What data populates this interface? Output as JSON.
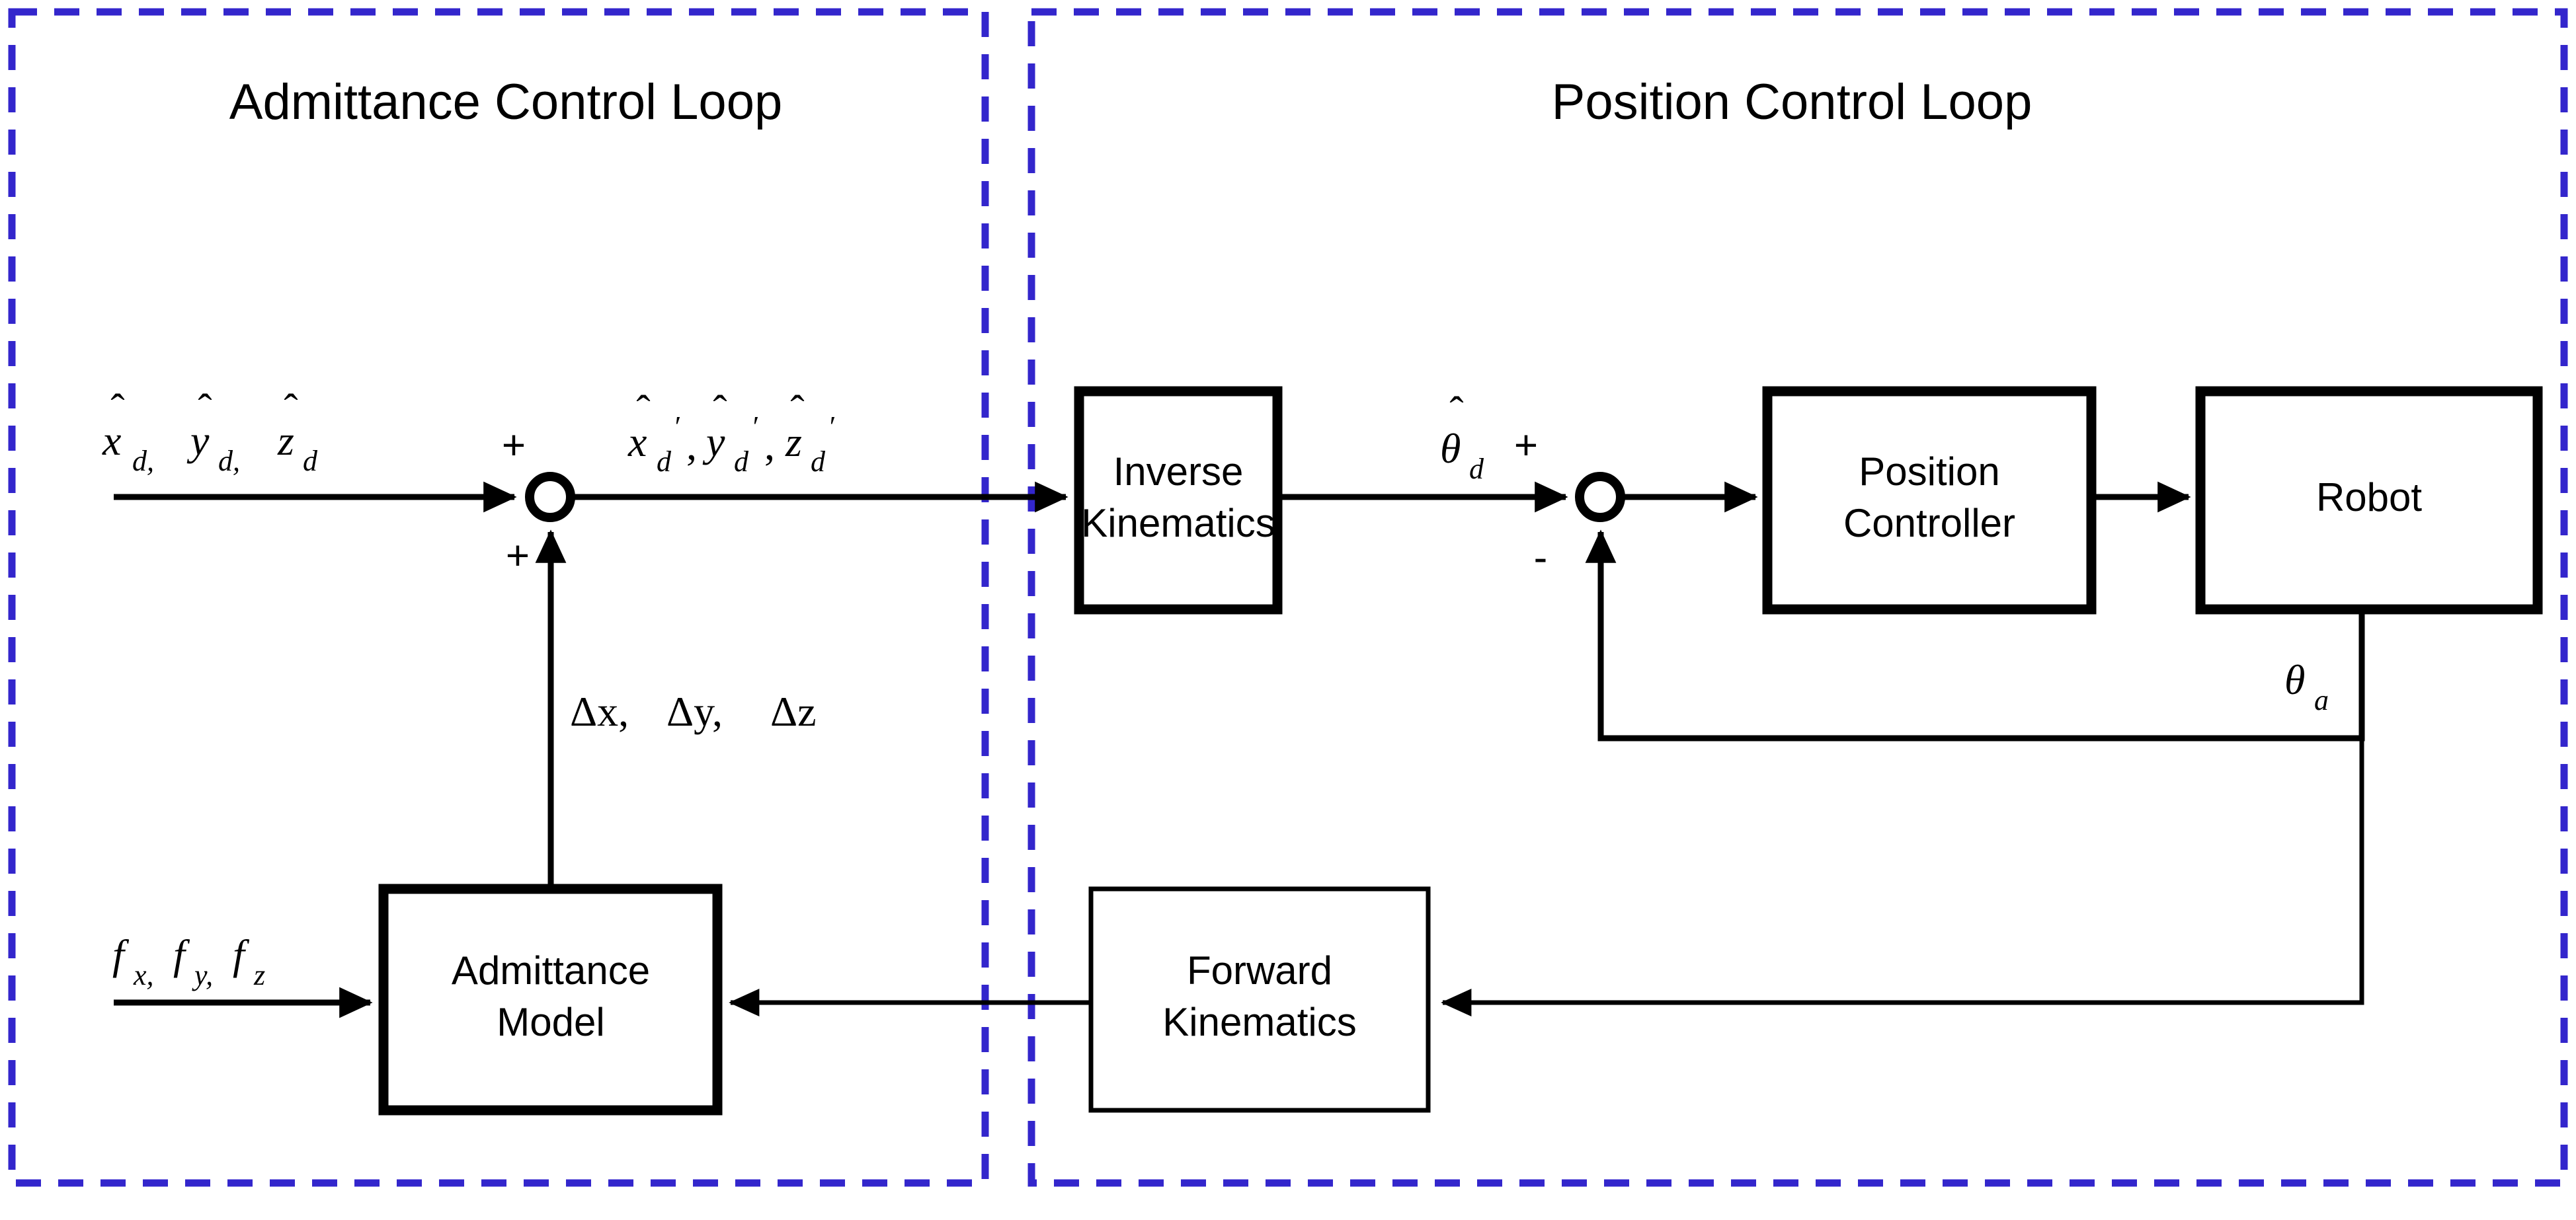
{
  "diagram": {
    "type": "control-block-diagram",
    "background_color": "#ffffff",
    "panel_border_color": "#3326cc",
    "line_color": "#000000"
  },
  "panels": [
    {
      "id": "admittance",
      "title": "Admittance Control Loop"
    },
    {
      "id": "position",
      "title": "Position Control Loop"
    }
  ],
  "blocks": [
    {
      "id": "admittance-model",
      "line1": "Admittance",
      "line2": "Model"
    },
    {
      "id": "inverse-kinematics",
      "line1": "Inverse",
      "line2": "Kinematics"
    },
    {
      "id": "position-controller",
      "line1": "Position",
      "line2": "Controller"
    },
    {
      "id": "robot",
      "line1": "Robot",
      "line2": ""
    },
    {
      "id": "forward-kinematics",
      "line1": "Forward",
      "line2": "Kinematics"
    }
  ],
  "signals": {
    "desired_pose": {
      "x_base": "x",
      "x_sub": "d,",
      "y_base": "y",
      "y_sub": "d,",
      "z_base": "z",
      "z_sub": "d"
    },
    "modified_pose": {
      "x_base": "x",
      "x_sub": "d",
      "x_prime": "′",
      "y_base": "y",
      "y_sub": "d",
      "y_prime": "′",
      "z_base": "z",
      "z_sub": "d",
      "z_prime": "′",
      "sep": ","
    },
    "deltas": {
      "dx": "Δx,",
      "dy": "Δy,",
      "dz": "Δz"
    },
    "forces": {
      "fx_base": "f",
      "fx_sub": "x,",
      "fy_base": "f",
      "fy_sub": "y,",
      "fz_base": "f",
      "fz_sub": "z"
    },
    "theta_desired": {
      "base": "θ",
      "sub": "d"
    },
    "theta_actual": {
      "base": "θ",
      "sub": "a"
    },
    "hat_glyph": "̂"
  },
  "sum_signs": {
    "junction1_top": "+",
    "junction1_bottom": "+",
    "junction2_top": "+",
    "junction2_bottom": "-"
  }
}
